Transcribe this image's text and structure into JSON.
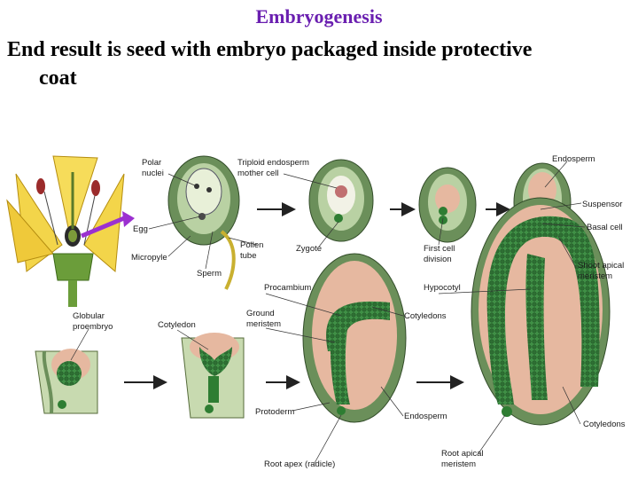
{
  "slide": {
    "title": "Embryogenesis",
    "subtitle_line1": "End result is seed with embryo packaged inside protective",
    "subtitle_line2": "coat"
  },
  "figure": {
    "labels": {
      "polar_nuclei_1": "Polar",
      "polar_nuclei_2": "nuclei",
      "triploid_1": "Triploid endosperm",
      "triploid_2": "mother cell",
      "endosperm_top": "Endosperm",
      "suspensor": "Suspensor",
      "basal_cell": "Basal cell",
      "egg": "Egg",
      "pollen_tube_1": "Pollen",
      "pollen_tube_2": "tube",
      "zygote": "Zygote",
      "first_cell_1": "First cell",
      "first_cell_2": "division",
      "micropyle": "Micropyle",
      "sperm": "Sperm",
      "shoot_apical_1": "Shoot apical",
      "shoot_apical_2": "meristem",
      "procambium": "Procambium",
      "hypocotyl": "Hypocotyl",
      "globular_1": "Globular",
      "globular_2": "proembryo",
      "cotyledon": "Cotyledon",
      "ground_1": "Ground",
      "ground_2": "meristem",
      "cotyledons": "Cotyledons",
      "protoderm": "Protoderm",
      "endosperm_bottom": "Endosperm",
      "cotyledons_bottom": "Cotyledons",
      "root_apical_1": "Root apical",
      "root_apical_2": "meristem",
      "root_apex": "Root apex (radicle)"
    },
    "colors": {
      "title": "#6a1fb0",
      "petal": "#f0d040",
      "ovule_coat": "#c8dab0",
      "embryo": "#2e7d32",
      "endosperm": "#e6b8a0",
      "arrow": "#9b30d0"
    }
  }
}
